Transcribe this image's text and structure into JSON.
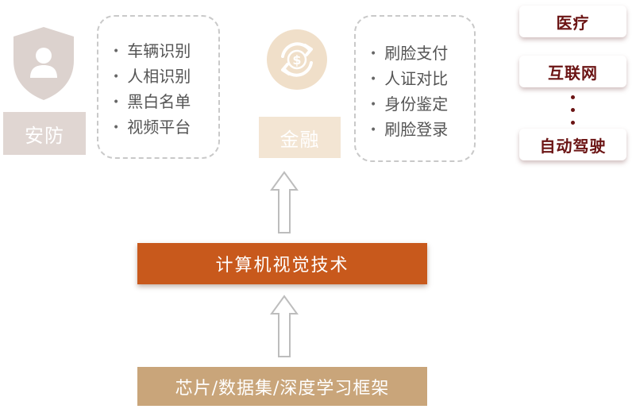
{
  "applications": {
    "security": {
      "label": "安防",
      "icon": "shield-user-icon",
      "items": [
        "车辆识别",
        "人相识别",
        "黑白名单",
        "视频平台"
      ]
    },
    "finance": {
      "label": "金融",
      "icon": "dollar-coin-refresh-icon",
      "items": [
        "刷脸支付",
        "人证对比",
        "身份鉴定",
        "刷脸登录"
      ]
    },
    "others": [
      "医疗",
      "互联网",
      "自动驾驶"
    ]
  },
  "core_technology": "计算机视觉技术",
  "foundation": "芯片/数据集/深度学习框架",
  "colors": {
    "core_bar": "#c8591c",
    "foundation_bar": "#c9a57a",
    "chip_text": "#6b1414",
    "security_tone": "#e0d6d2",
    "finance_tone": "#f3e5d3"
  }
}
